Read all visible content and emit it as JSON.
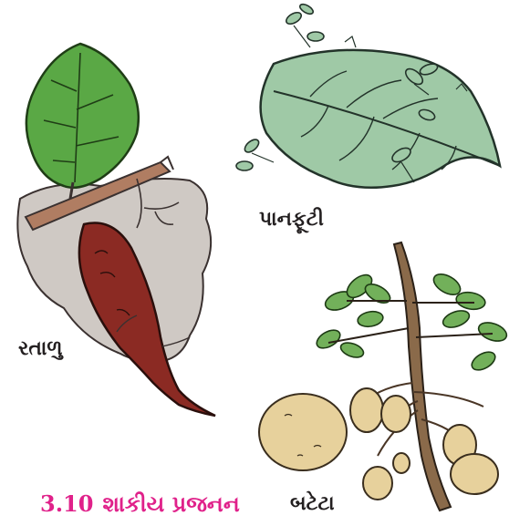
{
  "figure": {
    "caption_number": "3.10",
    "caption_title": "શાકીય પ્રજનન",
    "colors": {
      "caption": "#e0218a",
      "leaf_green": "#5aa845",
      "leaf_pale": "#9fc9a6",
      "root_tuber": "#8b2a23",
      "stem_brown": "#a87a5c",
      "potato": "#e7d19c",
      "soil": "#cfc9c4"
    }
  },
  "specimens": [
    {
      "id": "ratalu",
      "label": "રતાળુ",
      "icon": "sweet-potato-tuber"
    },
    {
      "id": "panfuti",
      "label": "પાનફૂટી",
      "icon": "bryophyllum-leaf"
    },
    {
      "id": "batata",
      "label": "બટેટા",
      "icon": "potato-plant"
    }
  ]
}
